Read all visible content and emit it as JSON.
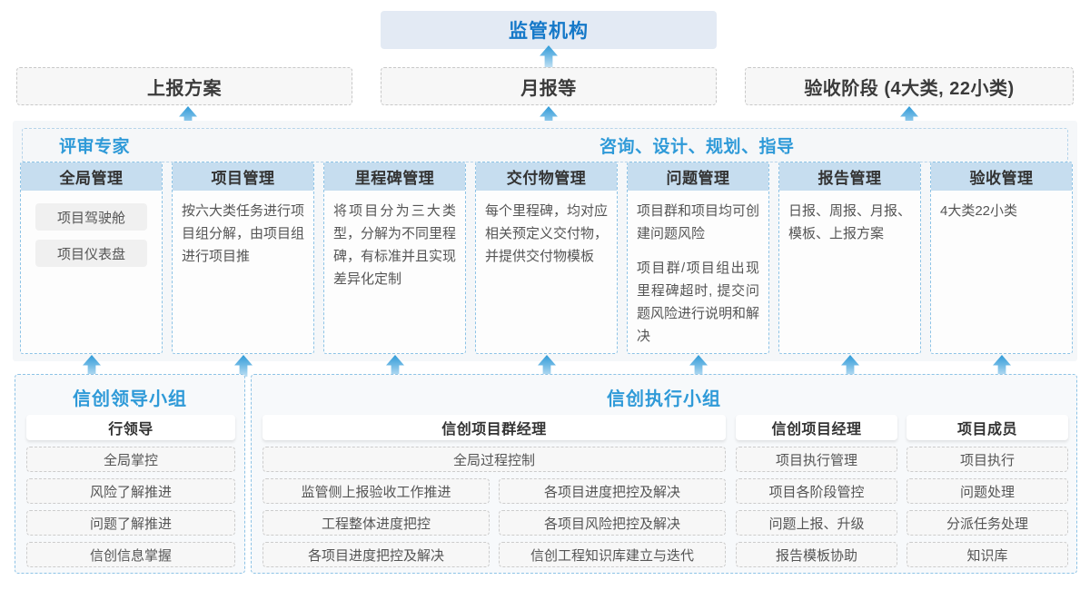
{
  "top": {
    "regulator": "监管机构"
  },
  "reports": [
    {
      "label": "上报方案"
    },
    {
      "label": "月报等"
    },
    {
      "label": "验收阶段 (4大类, 22小类)"
    }
  ],
  "consult_band": {
    "left_label": "评审专家",
    "mid_label": "咨询、设计、规划、指导"
  },
  "cards": [
    {
      "title": "全局管理",
      "pills": [
        "项目驾驶舱",
        "项目仪表盘"
      ],
      "paragraphs": []
    },
    {
      "title": "项目管理",
      "pills": [],
      "paragraphs": [
        "按六大类任务进行项目组分解，由项目组进行项目推"
      ]
    },
    {
      "title": "里程碑管理",
      "pills": [],
      "paragraphs": [
        "将项目分为三大类型，分解为不同里程碑，有标准并且实现差异化定制"
      ]
    },
    {
      "title": "交付物管理",
      "pills": [],
      "paragraphs": [
        "每个里程碑，均对应相关预定义交付物，并提供交付物模板"
      ]
    },
    {
      "title": "问题管理",
      "pills": [],
      "paragraphs": [
        "项目群和项目均可创建问题风险",
        "项目群/项目组出现里程碑超时, 提交问题风险进行说明和解决"
      ]
    },
    {
      "title": "报告管理",
      "pills": [],
      "paragraphs": [
        "日报、周报、月报、模板、上报方案"
      ]
    },
    {
      "title": "验收管理",
      "pills": [],
      "paragraphs": [
        "4大类22小类"
      ]
    }
  ],
  "bottom": {
    "left_group": {
      "title": "信创领导小组",
      "sub_head": "行领导",
      "items": [
        "全局掌控",
        "风险了解推进",
        "问题了解推进",
        "信创信息掌握"
      ]
    },
    "right_group": {
      "title": "信创执行小组",
      "columns": [
        {
          "sub_head": "信创项目群经理",
          "span_item": "全局过程控制",
          "left_items": [
            "监管侧上报验收工作推进",
            "工程整体进度把控",
            "各项目进度把控及解决"
          ],
          "right_items": [
            "各项目进度把控及解决",
            "各项目风险把控及解决",
            "信创工程知识库建立与迭代"
          ]
        },
        {
          "sub_head": "信创项目经理",
          "items": [
            "项目执行管理",
            "项目各阶段管控",
            "问题上报、升级",
            "报告模板协助"
          ]
        },
        {
          "sub_head": "项目成员",
          "items": [
            "项目执行",
            "问题处理",
            "分派任务处理",
            "知识库"
          ]
        }
      ]
    }
  },
  "colors": {
    "accent_blue": "#2f9ad8",
    "title_blue": "#1478c8",
    "card_header_blue": "#c6ddef",
    "band_bg": "#f5f7f9",
    "regulator_bg": "#e3eaf4"
  }
}
